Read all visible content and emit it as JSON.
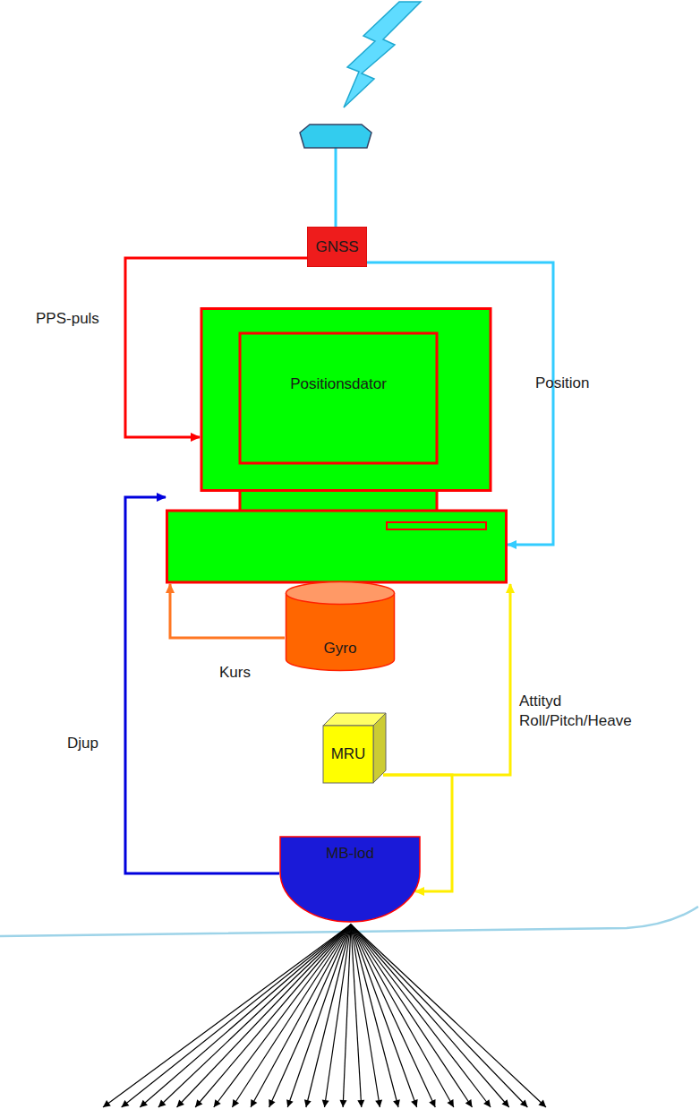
{
  "diagram": {
    "nodes": [
      {
        "text": [
          "GNSS"
        ]
      },
      {
        "text": [
          "Positionsdator"
        ]
      },
      {
        "text": [
          "Gyro"
        ]
      },
      {
        "text": [
          "MRU"
        ]
      },
      {
        "text": [
          "MB-lod"
        ]
      }
    ],
    "edges": [
      {
        "from": 0,
        "to": 1,
        "arrow": "to",
        "label": "PPS-puls"
      },
      {
        "from": 0,
        "to": 1,
        "arrow": "to",
        "label": "Position"
      },
      {
        "from": 2,
        "to": 1,
        "arrow": "to",
        "label": "Kurs"
      },
      {
        "from": 3,
        "to": 1,
        "arrow": "to",
        "label": "Attityd Roll/Pitch/Heave"
      },
      {
        "from": 3,
        "to": 4,
        "arrow": "to"
      },
      {
        "from": 4,
        "to": 1,
        "arrow": "to",
        "label": "Djup"
      }
    ]
  }
}
